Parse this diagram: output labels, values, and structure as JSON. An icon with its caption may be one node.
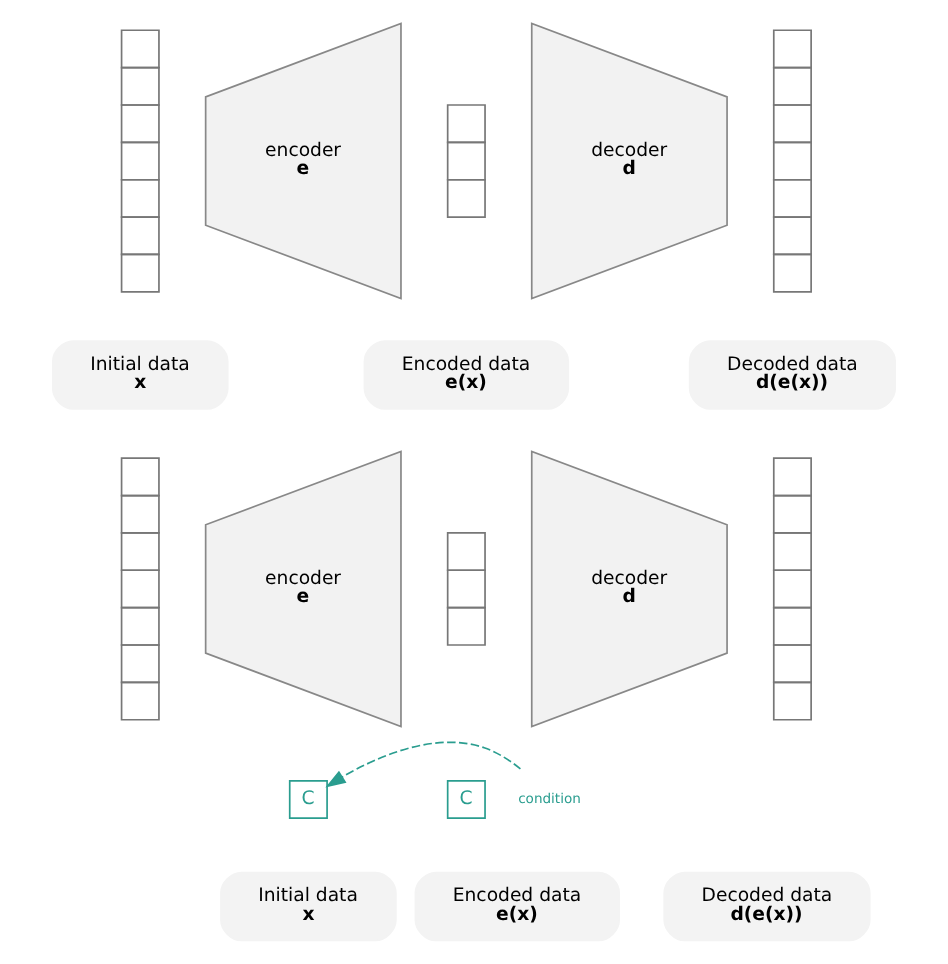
{
  "diagram": {
    "nodes": [
      {
        "text": [],
        "shape": "box"
      },
      {
        "text": [
          "encoder",
          "e"
        ]
      },
      {
        "text": [],
        "shape": "box"
      },
      {
        "text": [
          "decoder",
          "d"
        ]
      },
      {
        "text": [],
        "shape": "box"
      },
      {
        "text": [
          "Initial data",
          "x"
        ]
      },
      {
        "text": [
          "Encoded data",
          "e(x)"
        ]
      },
      {
        "text": [
          "Decoded data",
          "d(e(x))"
        ]
      },
      {
        "text": [],
        "shape": "box"
      },
      {
        "text": [
          "encoder",
          "e"
        ]
      },
      {
        "text": [],
        "shape": "box"
      },
      {
        "text": [
          "decoder",
          "d"
        ]
      },
      {
        "text": [],
        "shape": "box"
      },
      {
        "text": [
          "condition"
        ]
      },
      {
        "text": [
          "C"
        ]
      },
      {
        "text": [
          "C"
        ]
      },
      {
        "text": [
          "Initial data",
          "x"
        ]
      },
      {
        "text": [
          "Encoded data",
          "e(x)"
        ]
      },
      {
        "text": [
          "Decoded data",
          "d(e(x))"
        ]
      }
    ],
    "edges": [
      {
        "from": 13,
        "to": 14,
        "arrow": "to",
        "style": "dashed",
        "color": "#2a9d8f"
      }
    ]
  }
}
